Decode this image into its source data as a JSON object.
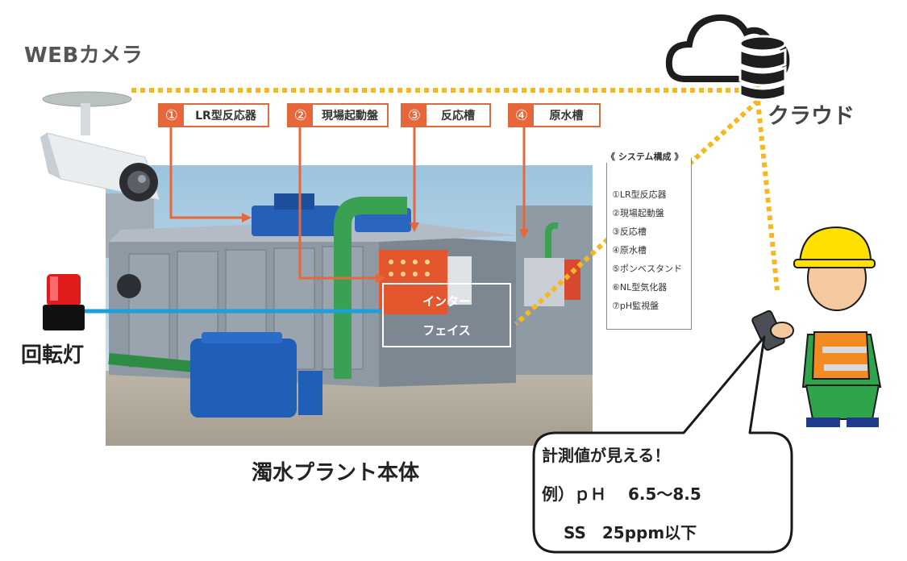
{
  "labels": {
    "webcam": "WEBカメラ",
    "cloud": "クラウド",
    "beacon": "回転灯",
    "plant": "濁水プラント本体",
    "interface_line1": "インター",
    "interface_line2": "フェイス"
  },
  "tags": [
    {
      "num": "①",
      "text": "LR型反応器"
    },
    {
      "num": "②",
      "text": "現場起動盤"
    },
    {
      "num": "③",
      "text": "反応槽"
    },
    {
      "num": "④",
      "text": "原水槽"
    }
  ],
  "legend": {
    "title": "《 システム構成 》",
    "items": [
      "①LR型反応器",
      "②現場起動盤",
      "③反応槽",
      "④原水槽",
      "⑤ポンベスタンド",
      "⑥NL型気化器",
      "⑦pH監視盤"
    ]
  },
  "bubble": {
    "line1": "計測値が見える！",
    "line2": "例）ｐＨ　 6.5～8.5",
    "line3": "　 SS　25ppm以下"
  },
  "colors": {
    "accent_orange": "#e8673a",
    "dotted_link": "#f6b81c",
    "cable_blue": "#1aa0dc"
  }
}
